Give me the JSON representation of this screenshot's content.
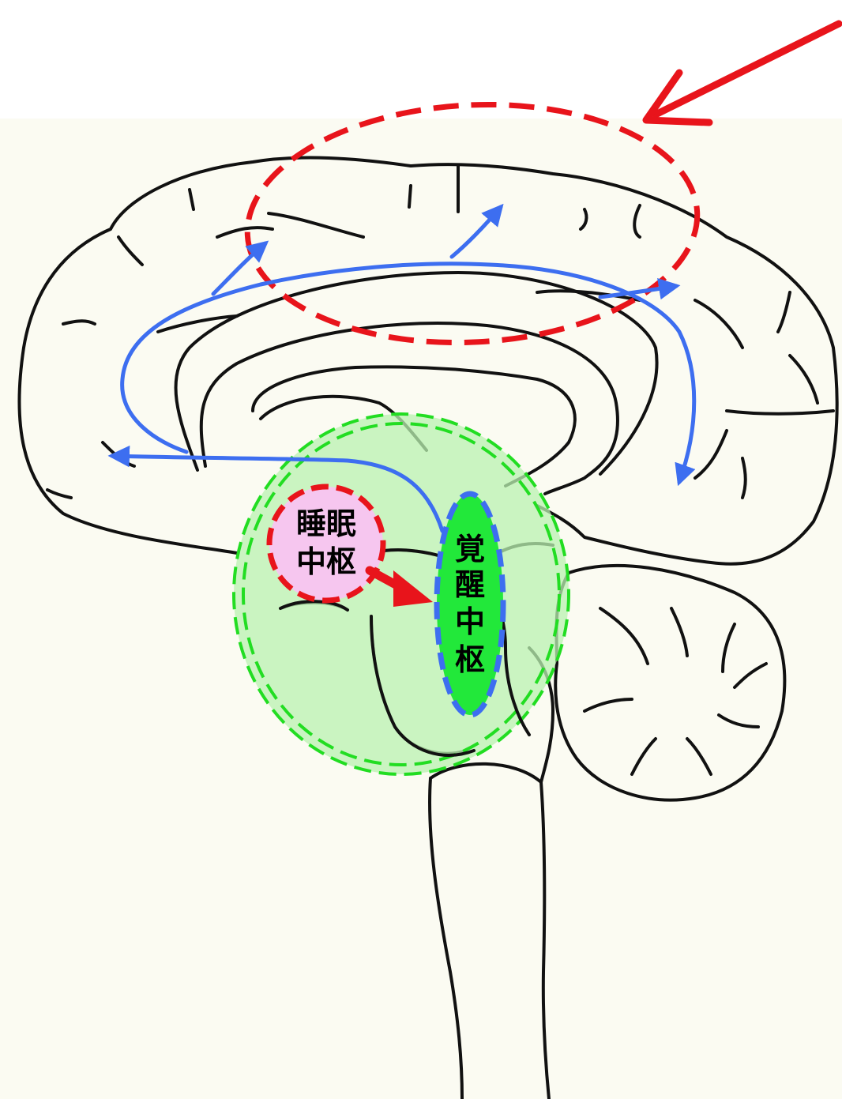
{
  "labels": {
    "sleep_center_line1": "睡眠",
    "sleep_center_line2": "中枢",
    "wake_center_chars": [
      "覚",
      "醒",
      "中",
      "枢"
    ]
  },
  "colors": {
    "background_top": "#ffffff",
    "background_bottom": "#fbfbf2",
    "outline": "#111111",
    "red": "#e8141b",
    "blue": "#3d6ef0",
    "green": "#22dd22",
    "green_fill": "#b9f2b0",
    "wake_fill": "#22e83a",
    "sleep_fill": "#f6c6ef"
  },
  "icons": {
    "red_arrow": "arrow-icon",
    "blue_arrows": "arrow-icon"
  }
}
